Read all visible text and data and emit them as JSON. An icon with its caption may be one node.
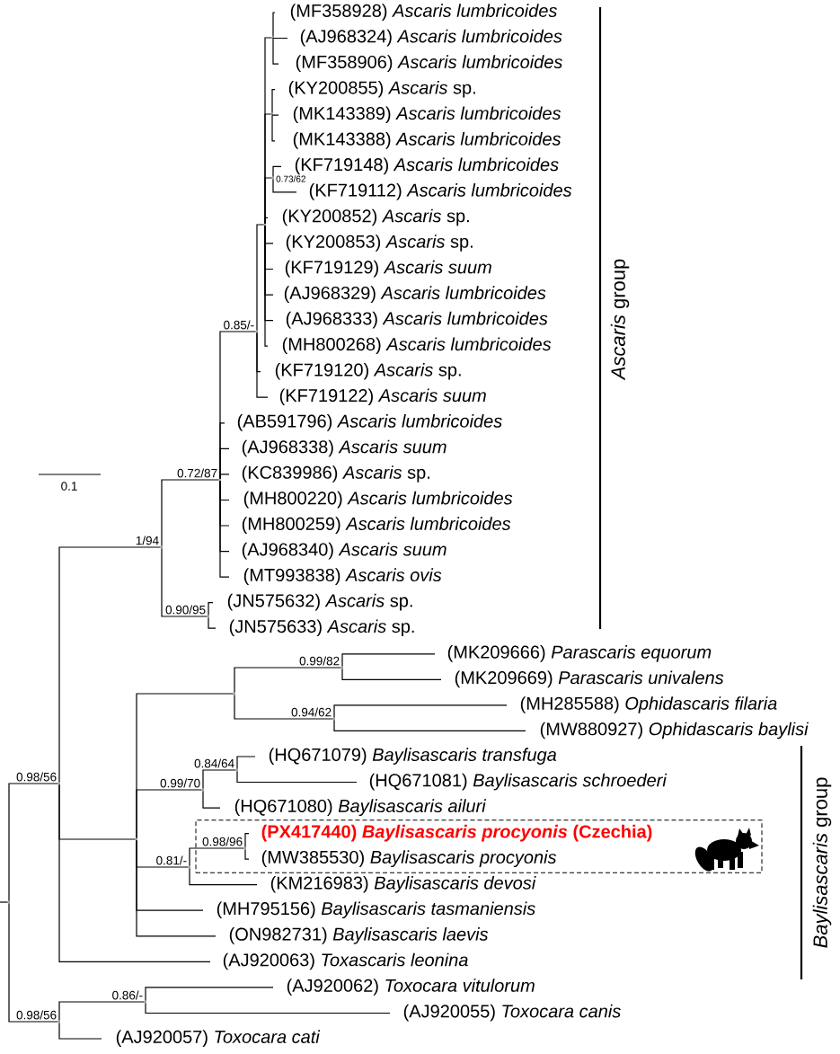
{
  "diagram": {
    "nodes": [
      {
        "text": [
          "(MF358928) *Ascaris lumbricoides*"
        ]
      },
      {
        "text": [
          "(AJ968324) *Ascaris lumbricoides*"
        ]
      },
      {
        "text": [
          "(MF358906) *Ascaris lumbricoides*"
        ]
      },
      {
        "text": [
          "(KY200855) *Ascaris* sp."
        ]
      },
      {
        "text": [
          "(MK143389) *Ascaris lumbricoides*"
        ]
      },
      {
        "text": [
          "(MK143388) *Ascaris lumbricoides*"
        ]
      },
      {
        "text": [
          "(KF719148) *Ascaris lumbricoides*"
        ]
      },
      {
        "text": [
          "(KF719112) *Ascaris lumbricoides*"
        ]
      },
      {
        "text": [
          "(KY200852) *Ascaris* sp."
        ]
      },
      {
        "text": [
          "(KY200853) *Ascaris* sp."
        ]
      },
      {
        "text": [
          "(KF719129) *Ascaris suum*"
        ]
      },
      {
        "text": [
          "(AJ968329) *Ascaris lumbricoides*"
        ]
      },
      {
        "text": [
          "(AJ968333) *Ascaris lumbricoides*"
        ]
      },
      {
        "text": [
          "(MH800268) *Ascaris lumbricoides*"
        ]
      },
      {
        "text": [
          "(KF719120) *Ascaris* sp."
        ]
      },
      {
        "text": [
          "(KF719122) *Ascaris suum*"
        ]
      },
      {
        "text": [
          "(AB591796) *Ascaris lumbricoides*"
        ]
      },
      {
        "text": [
          "(AJ968338) *Ascaris suum*"
        ]
      },
      {
        "text": [
          "(KC839986) *Ascaris* sp."
        ]
      },
      {
        "text": [
          "(MH800220) *Ascaris lumbricoides*"
        ]
      },
      {
        "text": [
          "(MH800259) *Ascaris lumbricoides*"
        ]
      },
      {
        "text": [
          "(AJ968340) *Ascaris suum*"
        ]
      },
      {
        "text": [
          "(MT993838) *Ascaris ovis*"
        ]
      },
      {
        "text": [
          "(JN575632) *Ascaris* sp."
        ]
      },
      {
        "text": [
          "(JN575633) *Ascaris* sp."
        ]
      },
      {
        "text": [
          "(MK209666) *Parascaris equorum*"
        ]
      },
      {
        "text": [
          "(MK209669) *Parascaris univalens*"
        ]
      },
      {
        "text": [
          "(MH285588) *Ophidascaris filaria*"
        ]
      },
      {
        "text": [
          "(MW880927) *Ophidascaris baylisi*"
        ]
      },
      {
        "text": [
          "(HQ671079) *Baylisascaris transfuga*"
        ]
      },
      {
        "text": [
          "(HQ671081) *Baylisascaris schroederi*"
        ]
      },
      {
        "text": [
          "(HQ671080) *Baylisascaris ailuri*"
        ]
      },
      {
        "text": [],
        "shape": "box"
      },
      {
        "text": [
          "(PX417440) *Baylisascaris procyonis* (Czechia)"
        ],
        "in": 32
      },
      {
        "text": [
          "(MW385530) *Baylisascaris procyonis*"
        ],
        "in": 32
      },
      {
        "text": [
          "(KM216983) *Baylisascaris devosi*"
        ]
      },
      {
        "text": [
          "(MH795156) *Baylisascaris tasmaniensis*"
        ]
      },
      {
        "text": [
          "(ON982731) *Baylisascaris laevis*"
        ]
      },
      {
        "text": [
          "(AJ920063) *Toxascaris leonina*"
        ]
      },
      {
        "text": [
          "(AJ920062) *Toxocara vitulorum*"
        ]
      },
      {
        "text": [
          "(AJ920055) *Toxocara canis*"
        ]
      },
      {
        "text": [
          "(AJ920057) *Toxocara cati*"
        ]
      },
      {
        "text": [],
        "shape": "point"
      },
      {
        "text": [],
        "shape": "point"
      },
      {
        "text": [],
        "shape": "point"
      },
      {
        "text": [],
        "shape": "point"
      },
      {
        "text": [],
        "shape": "point"
      },
      {
        "text": [],
        "shape": "point"
      },
      {
        "text": [],
        "shape": "point"
      },
      {
        "text": [],
        "shape": "point"
      },
      {
        "text": [],
        "shape": "point"
      },
      {
        "text": [],
        "shape": "point"
      },
      {
        "text": [],
        "shape": "point"
      },
      {
        "text": [],
        "shape": "point"
      },
      {
        "text": [],
        "shape": "point"
      },
      {
        "text": [],
        "shape": "point"
      },
      {
        "text": [],
        "shape": "point"
      },
      {
        "text": [],
        "shape": "point",
        "in": 32
      },
      {
        "text": [],
        "shape": "point"
      },
      {
        "text": [],
        "shape": "point"
      },
      {
        "text": [],
        "shape": "point"
      },
      {
        "text": [],
        "shape": "point"
      }
    ],
    "edges": [
      {
        "from": 42,
        "to": 0,
        "arrow": "none"
      },
      {
        "from": 42,
        "to": 1,
        "arrow": "none"
      },
      {
        "from": 42,
        "to": 2,
        "arrow": "none"
      },
      {
        "from": 43,
        "to": 3,
        "arrow": "none"
      },
      {
        "from": 43,
        "to": 4,
        "arrow": "none"
      },
      {
        "from": 43,
        "to": 5,
        "arrow": "none"
      },
      {
        "from": 44,
        "to": 6,
        "arrow": "none"
      },
      {
        "from": 44,
        "to": 7,
        "arrow": "none"
      },
      {
        "from": 45,
        "to": 42,
        "arrow": "none"
      },
      {
        "from": 45,
        "to": 43,
        "arrow": "none"
      },
      {
        "from": 45,
        "to": 44,
        "arrow": "none",
        "label": "0.73/62"
      },
      {
        "from": 45,
        "to": 8,
        "arrow": "none"
      },
      {
        "from": 45,
        "to": 9,
        "arrow": "none"
      },
      {
        "from": 45,
        "to": 10,
        "arrow": "none"
      },
      {
        "from": 45,
        "to": 11,
        "arrow": "none"
      },
      {
        "from": 45,
        "to": 12,
        "arrow": "none"
      },
      {
        "from": 45,
        "to": 13,
        "arrow": "none"
      },
      {
        "from": 46,
        "to": 45,
        "arrow": "none"
      },
      {
        "from": 46,
        "to": 14,
        "arrow": "none"
      },
      {
        "from": 46,
        "to": 15,
        "arrow": "none"
      },
      {
        "from": 47,
        "to": 46,
        "arrow": "none",
        "label": "0.85/-"
      },
      {
        "from": 47,
        "to": 16,
        "arrow": "none"
      },
      {
        "from": 47,
        "to": 17,
        "arrow": "none"
      },
      {
        "from": 47,
        "to": 18,
        "arrow": "none"
      },
      {
        "from": 47,
        "to": 19,
        "arrow": "none"
      },
      {
        "from": 47,
        "to": 20,
        "arrow": "none"
      },
      {
        "from": 47,
        "to": 21,
        "arrow": "none"
      },
      {
        "from": 47,
        "to": 22,
        "arrow": "none"
      },
      {
        "from": 48,
        "to": 47,
        "arrow": "none",
        "label": "0.72/87"
      },
      {
        "from": 48,
        "to": 49,
        "arrow": "none",
        "label": "0.90/95"
      },
      {
        "from": 49,
        "to": 23,
        "arrow": "none"
      },
      {
        "from": 49,
        "to": 24,
        "arrow": "none"
      },
      {
        "from": 50,
        "to": 25,
        "arrow": "none"
      },
      {
        "from": 50,
        "to": 26,
        "arrow": "none"
      },
      {
        "from": 51,
        "to": 50,
        "arrow": "none",
        "label": "0.99/82"
      },
      {
        "from": 51,
        "to": 52,
        "arrow": "none",
        "label": "0.94/62"
      },
      {
        "from": 52,
        "to": 27,
        "arrow": "none"
      },
      {
        "from": 52,
        "to": 28,
        "arrow": "none"
      },
      {
        "from": 53,
        "to": 29,
        "arrow": "none"
      },
      {
        "from": 53,
        "to": 30,
        "arrow": "none"
      },
      {
        "from": 54,
        "to": 48,
        "arrow": "none",
        "label": "1/94"
      },
      {
        "from": 54,
        "to": 56,
        "arrow": "none"
      },
      {
        "from": 54,
        "to": 38,
        "arrow": "none"
      },
      {
        "from": 55,
        "to": 53,
        "arrow": "none",
        "label": "0.84/64"
      },
      {
        "from": 55,
        "to": 31,
        "arrow": "none"
      },
      {
        "from": 56,
        "to": 51,
        "arrow": "none"
      },
      {
        "from": 56,
        "to": 55,
        "arrow": "none",
        "label": "0.99/70"
      },
      {
        "from": 56,
        "to": 58,
        "arrow": "none",
        "label": "0.81/-"
      },
      {
        "from": 56,
        "to": 36,
        "arrow": "none"
      },
      {
        "from": 56,
        "to": 37,
        "arrow": "none"
      },
      {
        "from": 57,
        "to": 33,
        "arrow": "none"
      },
      {
        "from": 57,
        "to": 34,
        "arrow": "none"
      },
      {
        "from": 58,
        "to": 57,
        "arrow": "none",
        "label": "0.98/96"
      },
      {
        "from": 58,
        "to": 35,
        "arrow": "none"
      },
      {
        "from": 59,
        "to": 54,
        "arrow": "none",
        "label": "0.98/56"
      },
      {
        "from": 59,
        "to": 61,
        "arrow": "none",
        "label": "0.98/56"
      },
      {
        "from": 60,
        "to": 39,
        "arrow": "none"
      },
      {
        "from": 60,
        "to": 40,
        "arrow": "none"
      },
      {
        "from": 61,
        "to": 60,
        "arrow": "none",
        "label": "0.86/-"
      },
      {
        "from": 61,
        "to": 41,
        "arrow": "none"
      },
      {
        "from": null,
        "to": 59,
        "arrow": "none"
      }
    ],
    "labels": [
      "*Ascaris* group",
      "0.1",
      "*Baylisascaris* group"
    ]
  }
}
